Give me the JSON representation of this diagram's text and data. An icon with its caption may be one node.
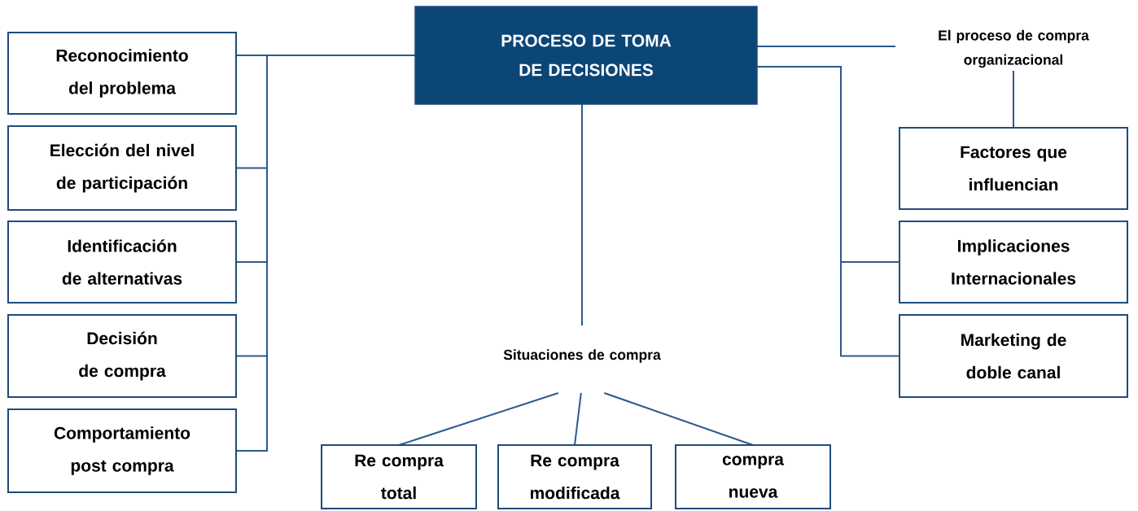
{
  "diagram": {
    "nodes": [
      {
        "text": [
          "PROCESO DE TOMA DE DECISIONES"
        ]
      },
      {
        "text": [
          "Reconocimiento del problema"
        ]
      },
      {
        "text": [
          "Elección del nivel de participación"
        ]
      },
      {
        "text": [
          "Identificación de alternativas"
        ]
      },
      {
        "text": [
          "Decisión de compra"
        ]
      },
      {
        "text": [
          "Comportamiento post compra"
        ]
      },
      {
        "text": [
          "El proceso de compra organizacional"
        ]
      },
      {
        "text": [
          "Factores que influencian"
        ]
      },
      {
        "text": [
          "Implicaciones Internacionales"
        ]
      },
      {
        "text": [
          "Marketing de doble canal"
        ]
      },
      {
        "text": [
          "Situaciones de compra"
        ]
      },
      {
        "text": [
          "Re compra total"
        ]
      },
      {
        "text": [
          "Re compra modificada"
        ]
      },
      {
        "text": [
          "compra nueva"
        ]
      }
    ],
    "edges": [
      {
        "from": 0,
        "to": 1,
        "arrow": "none"
      },
      {
        "from": 0,
        "to": 2,
        "arrow": "none"
      },
      {
        "from": 0,
        "to": 3,
        "arrow": "none"
      },
      {
        "from": 0,
        "to": 4,
        "arrow": "none"
      },
      {
        "from": 0,
        "to": 5,
        "arrow": "none"
      },
      {
        "from": 0,
        "to": 6,
        "arrow": "none"
      },
      {
        "from": 6,
        "to": 7,
        "arrow": "none"
      },
      {
        "from": 0,
        "to": 8,
        "arrow": "none"
      },
      {
        "from": 0,
        "to": 9,
        "arrow": "none"
      },
      {
        "from": 0,
        "to": 10,
        "arrow": "none"
      },
      {
        "from": 10,
        "to": 11,
        "arrow": "none"
      },
      {
        "from": 10,
        "to": 12,
        "arrow": "none"
      },
      {
        "from": 10,
        "to": 13,
        "arrow": "none"
      }
    ]
  }
}
